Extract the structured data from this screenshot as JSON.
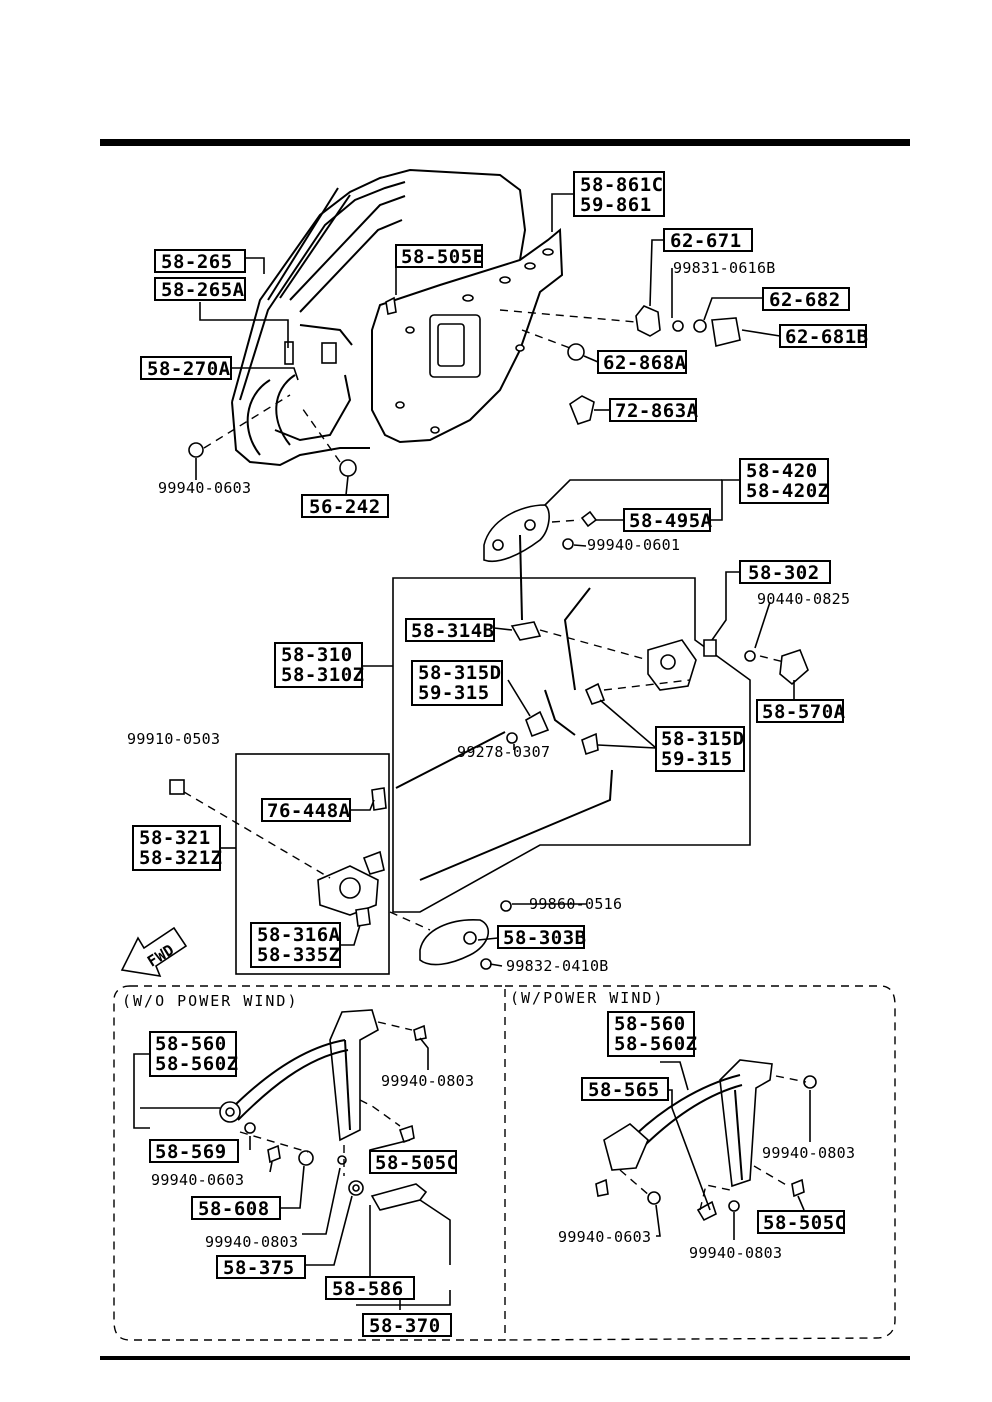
{
  "sections": {
    "without_power": "(W/O POWER WIND)",
    "with_power": "(W/POWER WIND)"
  },
  "fwd_label": "FWD",
  "labels": {
    "l_58_861C": "58-861C",
    "l_59_861": "59-861",
    "l_62_671": "62-671",
    "l_99831_0616B": "99831-0616B",
    "l_62_682": "62-682",
    "l_62_681B": "62-681B",
    "l_58_265": "58-265",
    "l_58_265A": "58-265A",
    "l_58_505E": "58-505E",
    "l_62_868A": "62-868A",
    "l_72_863A": "72-863A",
    "l_58_270A": "58-270A",
    "l_99940_0603_a": "99940-0603",
    "l_56_242": "56-242",
    "l_58_420": "58-420",
    "l_58_420Z": "58-420Z",
    "l_58_495A": "58-495A",
    "l_99940_0601": "99940-0601",
    "l_58_302": "58-302",
    "l_90440_0825": "90440-0825",
    "l_58_570A": "58-570A",
    "l_58_314B": "58-314B",
    "l_58_310": "58-310",
    "l_58_310Z": "58-310Z",
    "l_58_315D_a": "58-315D",
    "l_59_315_a": "59-315",
    "l_58_315D_b": "58-315D",
    "l_59_315_b": "59-315",
    "l_99910_0503": "99910-0503",
    "l_99278_0307": "99278-0307",
    "l_76_448A": "76-448A",
    "l_58_321": "58-321",
    "l_58_321Z": "58-321Z",
    "l_99860_0516": "99860-0516",
    "l_58_316A": "58-316A",
    "l_58_335Z": "58-335Z",
    "l_58_303B": "58-303B",
    "l_99832_0410B": "99832-0410B",
    "l_58_560_a": "58-560",
    "l_58_560Z_a": "58-560Z",
    "l_99940_0803_a": "99940-0803",
    "l_58_569": "58-569",
    "l_58_505C_a": "58-505C",
    "l_99940_0603_b": "99940-0603",
    "l_58_608": "58-608",
    "l_99940_0803_b": "99940-0803",
    "l_58_375": "58-375",
    "l_58_586": "58-586",
    "l_58_370": "58-370",
    "l_58_560_b": "58-560",
    "l_58_560Z_b": "58-560Z",
    "l_58_565": "58-565",
    "l_99940_0803_c": "99940-0803",
    "l_58_505C_b": "58-505C",
    "l_99940_0603_c": "99940-0603",
    "l_99940_0803_d": "99940-0803"
  }
}
